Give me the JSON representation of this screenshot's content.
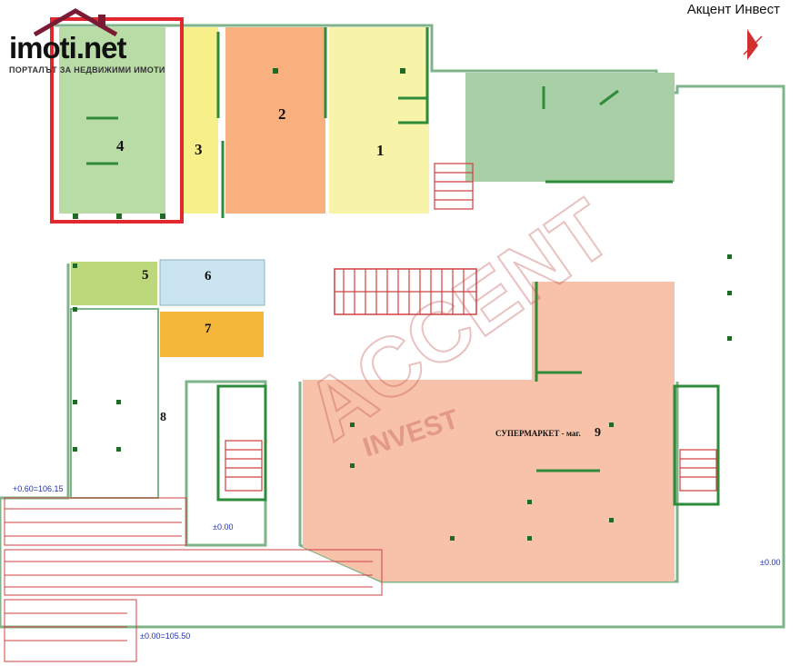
{
  "logo": {
    "brand": "imoti.net",
    "tagline": "ПОРТАЛЪТ ЗА НЕДВИЖИМИ ИМОТИ"
  },
  "company": "Акцент Инвест",
  "watermark": {
    "main": "ACCENT",
    "sub": "INVEST"
  },
  "units": [
    {
      "number": "1",
      "color": "#f7f3a9"
    },
    {
      "number": "2",
      "color": "#f7b07e"
    },
    {
      "number": "3",
      "color": "#f7f08a"
    },
    {
      "number": "4",
      "color": "#b9dca6"
    },
    {
      "number": "5",
      "color": "#bcd87a"
    },
    {
      "number": "6",
      "color": "#c9e3ef"
    },
    {
      "number": "7",
      "color": "#f5b73a"
    },
    {
      "number": "9",
      "label": "СУПЕРМАРКЕТ - маг.",
      "color": "#f7c2a9"
    }
  ],
  "unit8_number": "8",
  "highlighted_unit": "4",
  "levels": {
    "ramp_top": "+0.60=106.15",
    "zero_left": "±0.00",
    "ramp_bottom": "±0.00=105.50",
    "right": "±0.00"
  }
}
